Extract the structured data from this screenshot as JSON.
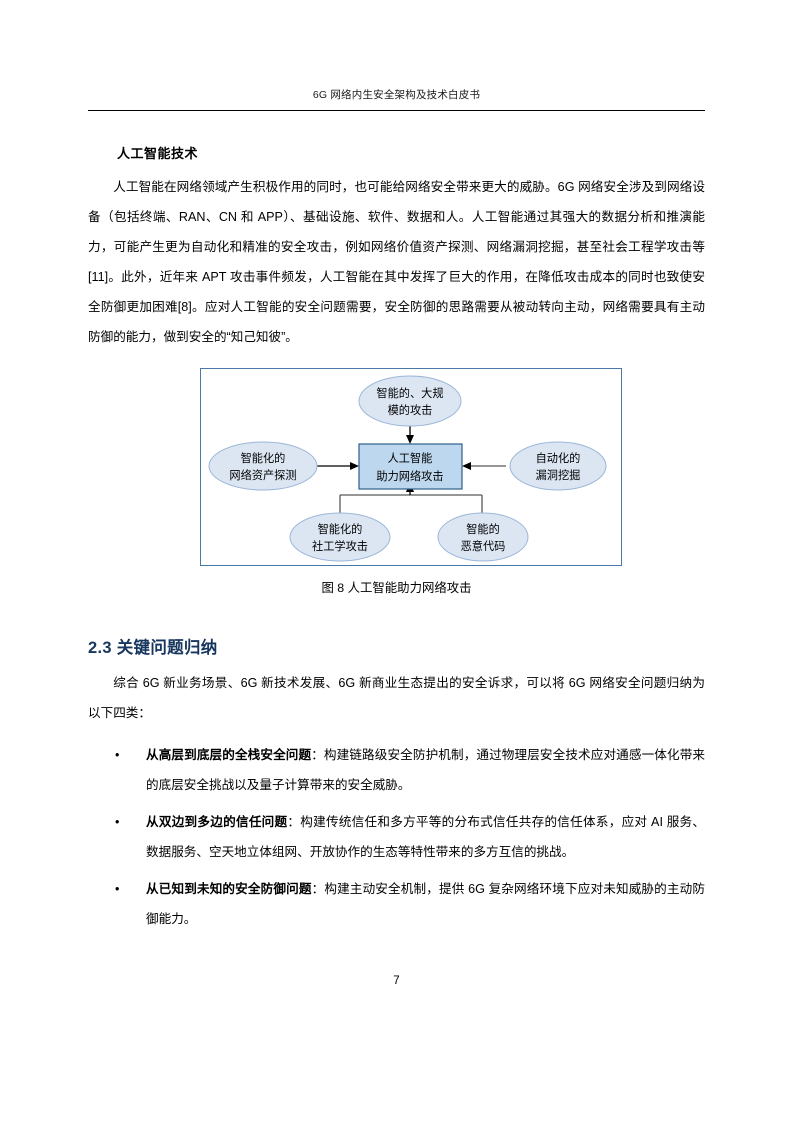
{
  "header": {
    "title": "6G 网络内生安全架构及技术白皮书"
  },
  "sub_heading": "人工智能技术",
  "paragraph_1": "人工智能在网络领域产生积极作用的同时，也可能给网络安全带来更大的威胁。6G 网络安全涉及到网络设备（包括终端、RAN、CN 和 APP）、基础设施、软件、数据和人。人工智能通过其强大的数据分析和推演能力，可能产生更为自动化和精准的安全攻击，例如网络价值资产探测、网络漏洞挖掘，甚至社会工程学攻击等[11]。此外，近年来 APT 攻击事件频发，人工智能在其中发挥了巨大的作用，在降低攻击成本的同时也致使安全防御更加困难[8]。应对人工智能的安全问题需要，安全防御的思路需要从被动转向主动，网络需要具有主动防御的能力，做到安全的“知己知彼”。",
  "figure": {
    "caption": "图 8 人工智能助力网络攻击",
    "center_node": {
      "line1": "人工智能",
      "line2": "助力网络攻击",
      "fill": "#bdd7ee",
      "stroke": "#2e5f8a"
    },
    "ellipse_fill": "#dce6f3",
    "ellipse_stroke": "#9ab6d8",
    "frame_stroke": "#4978a8",
    "nodes": [
      {
        "id": "top",
        "line1": "智能的、大规",
        "line2": "模的攻击"
      },
      {
        "id": "left",
        "line1": "智能化的",
        "line2": "网络资产探测"
      },
      {
        "id": "right",
        "line1": "自动化的",
        "line2": "漏洞挖掘"
      },
      {
        "id": "bottom-left",
        "line1": "智能化的",
        "line2": "社工学攻击"
      },
      {
        "id": "bottom-right",
        "line1": "智能的",
        "line2": "恶意代码"
      }
    ]
  },
  "section": {
    "number_title": "2.3 关键问题归纳",
    "paragraph": "综合 6G 新业务场景、6G 新技术发展、6G 新商业生态提出的安全诉求，可以将 6G 网络安全问题归纳为以下四类：",
    "bullet_marker": "•",
    "bullets": [
      {
        "term": "从高层到底层的全栈安全问题",
        "rest": "：构建链路级安全防护机制，通过物理层安全技术应对通感一体化带来的底层安全挑战以及量子计算带来的安全威胁。"
      },
      {
        "term": "从双边到多边的信任问题",
        "rest": "：构建传统信任和多方平等的分布式信任共存的信任体系，应对 AI 服务、数据服务、空天地立体组网、开放协作的生态等特性带来的多方互信的挑战。"
      },
      {
        "term": "从已知到未知的安全防御问题",
        "rest": "：构建主动安全机制，提供 6G 复杂网络环境下应对未知威胁的主动防御能力。"
      }
    ]
  },
  "footer": {
    "page_number": "7"
  }
}
